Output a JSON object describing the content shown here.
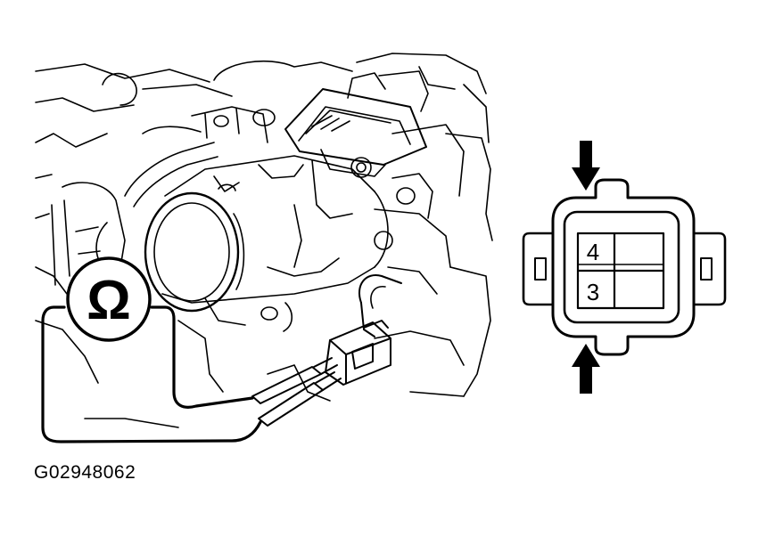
{
  "figure": {
    "id_label": "G02948062"
  },
  "meter": {
    "symbol": "Ω",
    "icon": "ohm-icon"
  },
  "connector": {
    "terminals": [
      {
        "label": "4"
      },
      {
        "label": "3"
      }
    ],
    "probe_arrows": [
      "down-arrow-icon",
      "up-arrow-icon"
    ]
  },
  "colors": {
    "ink": "#000000",
    "paper": "#ffffff"
  }
}
